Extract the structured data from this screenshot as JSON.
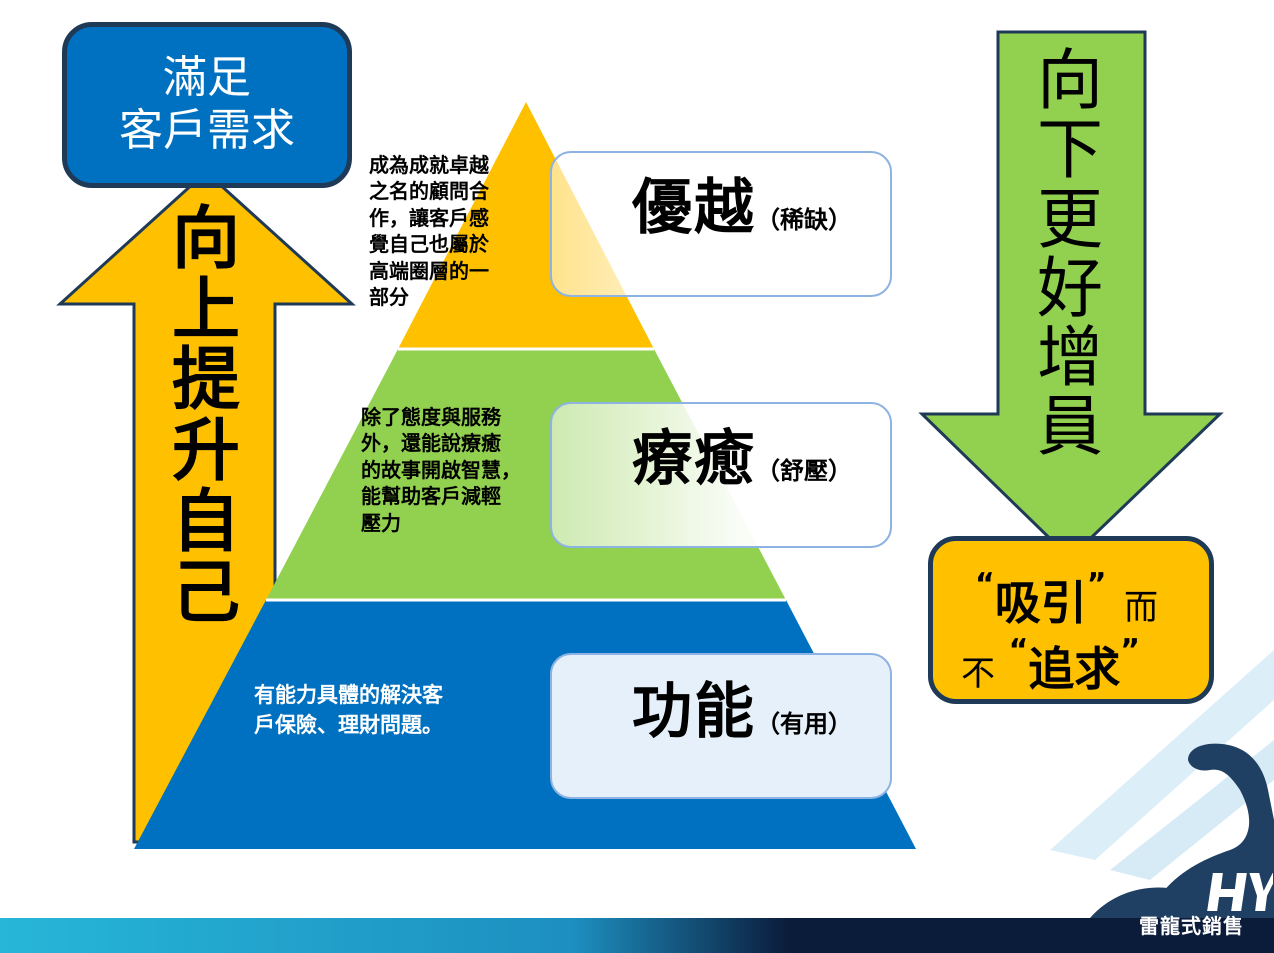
{
  "top_left_box": {
    "line1": "滿足",
    "line2": "客戶需求"
  },
  "up_arrow": {
    "chars": [
      "向",
      "上",
      "提",
      "升",
      "自",
      "己"
    ]
  },
  "down_arrow": {
    "chars": [
      "向",
      "下",
      "更",
      "好",
      "增",
      "員"
    ]
  },
  "attract_box": {
    "quote_open_1": "“",
    "word_1": "吸引",
    "quote_close_1": "”",
    "conj": "而",
    "neg": "不",
    "quote_open_2": "“",
    "word_2": "追求",
    "quote_close_2": "”"
  },
  "tiers": [
    {
      "title": "優越",
      "sub": "（稀缺）",
      "desc": [
        "成為成就卓越",
        "之名的顧問合",
        "作，讓客戶感",
        "覺自己也屬於",
        "高端圈層的一",
        "部分"
      ]
    },
    {
      "title": "療癒",
      "sub": "（舒壓）",
      "desc": [
        "除了態度與服務",
        "外，還能說療癒",
        "的故事開啟智慧，",
        "能幫助客戶減輕",
        "壓力"
      ]
    },
    {
      "title": "功能",
      "sub": "（有用）",
      "desc": [
        "有能力具體的解決客",
        "戶保險、理財問題。"
      ]
    }
  ],
  "footer": {
    "brand": "雷龍式銷售",
    "logo_letters": "HY"
  },
  "colors": {
    "gold": "#ffc000",
    "green": "#92d050",
    "blue": "#0070c0",
    "navy": "#1f3a56",
    "box_border": "#8db3e2",
    "footer_dark": "#0b1b3a",
    "footer_cyan": "#22b3d2"
  }
}
